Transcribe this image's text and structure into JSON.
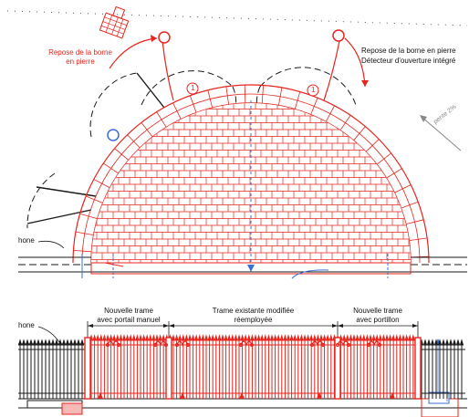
{
  "labels": {
    "left_note": "Repose de la borne en pierre",
    "right_note_line1": "Repose de la borne en pierre",
    "right_note_line2": "Détecteur d'ouverture intégré",
    "slope": "pente 2%",
    "phone_upper": "hone",
    "phone_lower": "hone",
    "marker_left": "1",
    "marker_right": "1",
    "bay_left_line1": "Nouvelle trame",
    "bay_left_line2": "avec portail manuel",
    "bay_middle_line1": "Trame existante modifiée",
    "bay_middle_line2": "réemployée",
    "bay_right_line1": "Nouvelle trame",
    "bay_right_line2": "avec portillon"
  },
  "colors": {
    "existing": "#1a1a1a",
    "new_work": "#e8241c",
    "reference": "#3a6fd8",
    "slope_text": "#888888"
  }
}
